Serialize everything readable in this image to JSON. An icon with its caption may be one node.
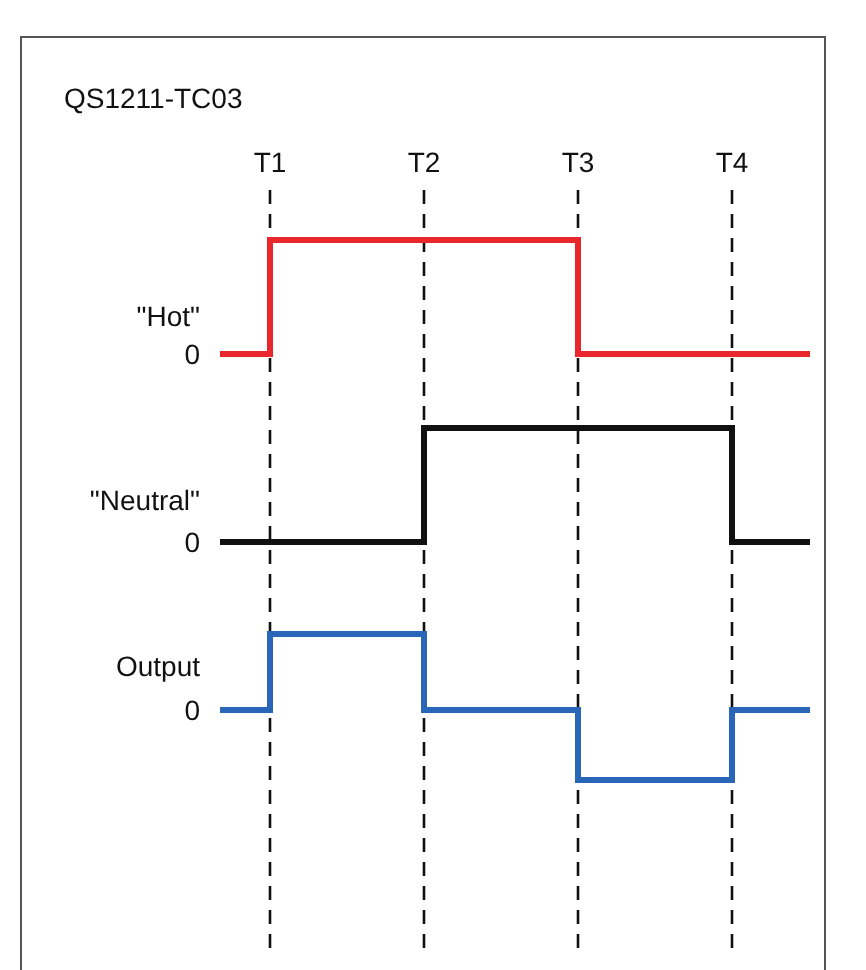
{
  "diagram": {
    "labels": [
      "QS1211-TC03",
      "T1",
      "T2",
      "T3",
      "T4",
      "\"Hot\"",
      "0",
      "\"Neutral\"",
      "0",
      "Output",
      "0"
    ]
  }
}
